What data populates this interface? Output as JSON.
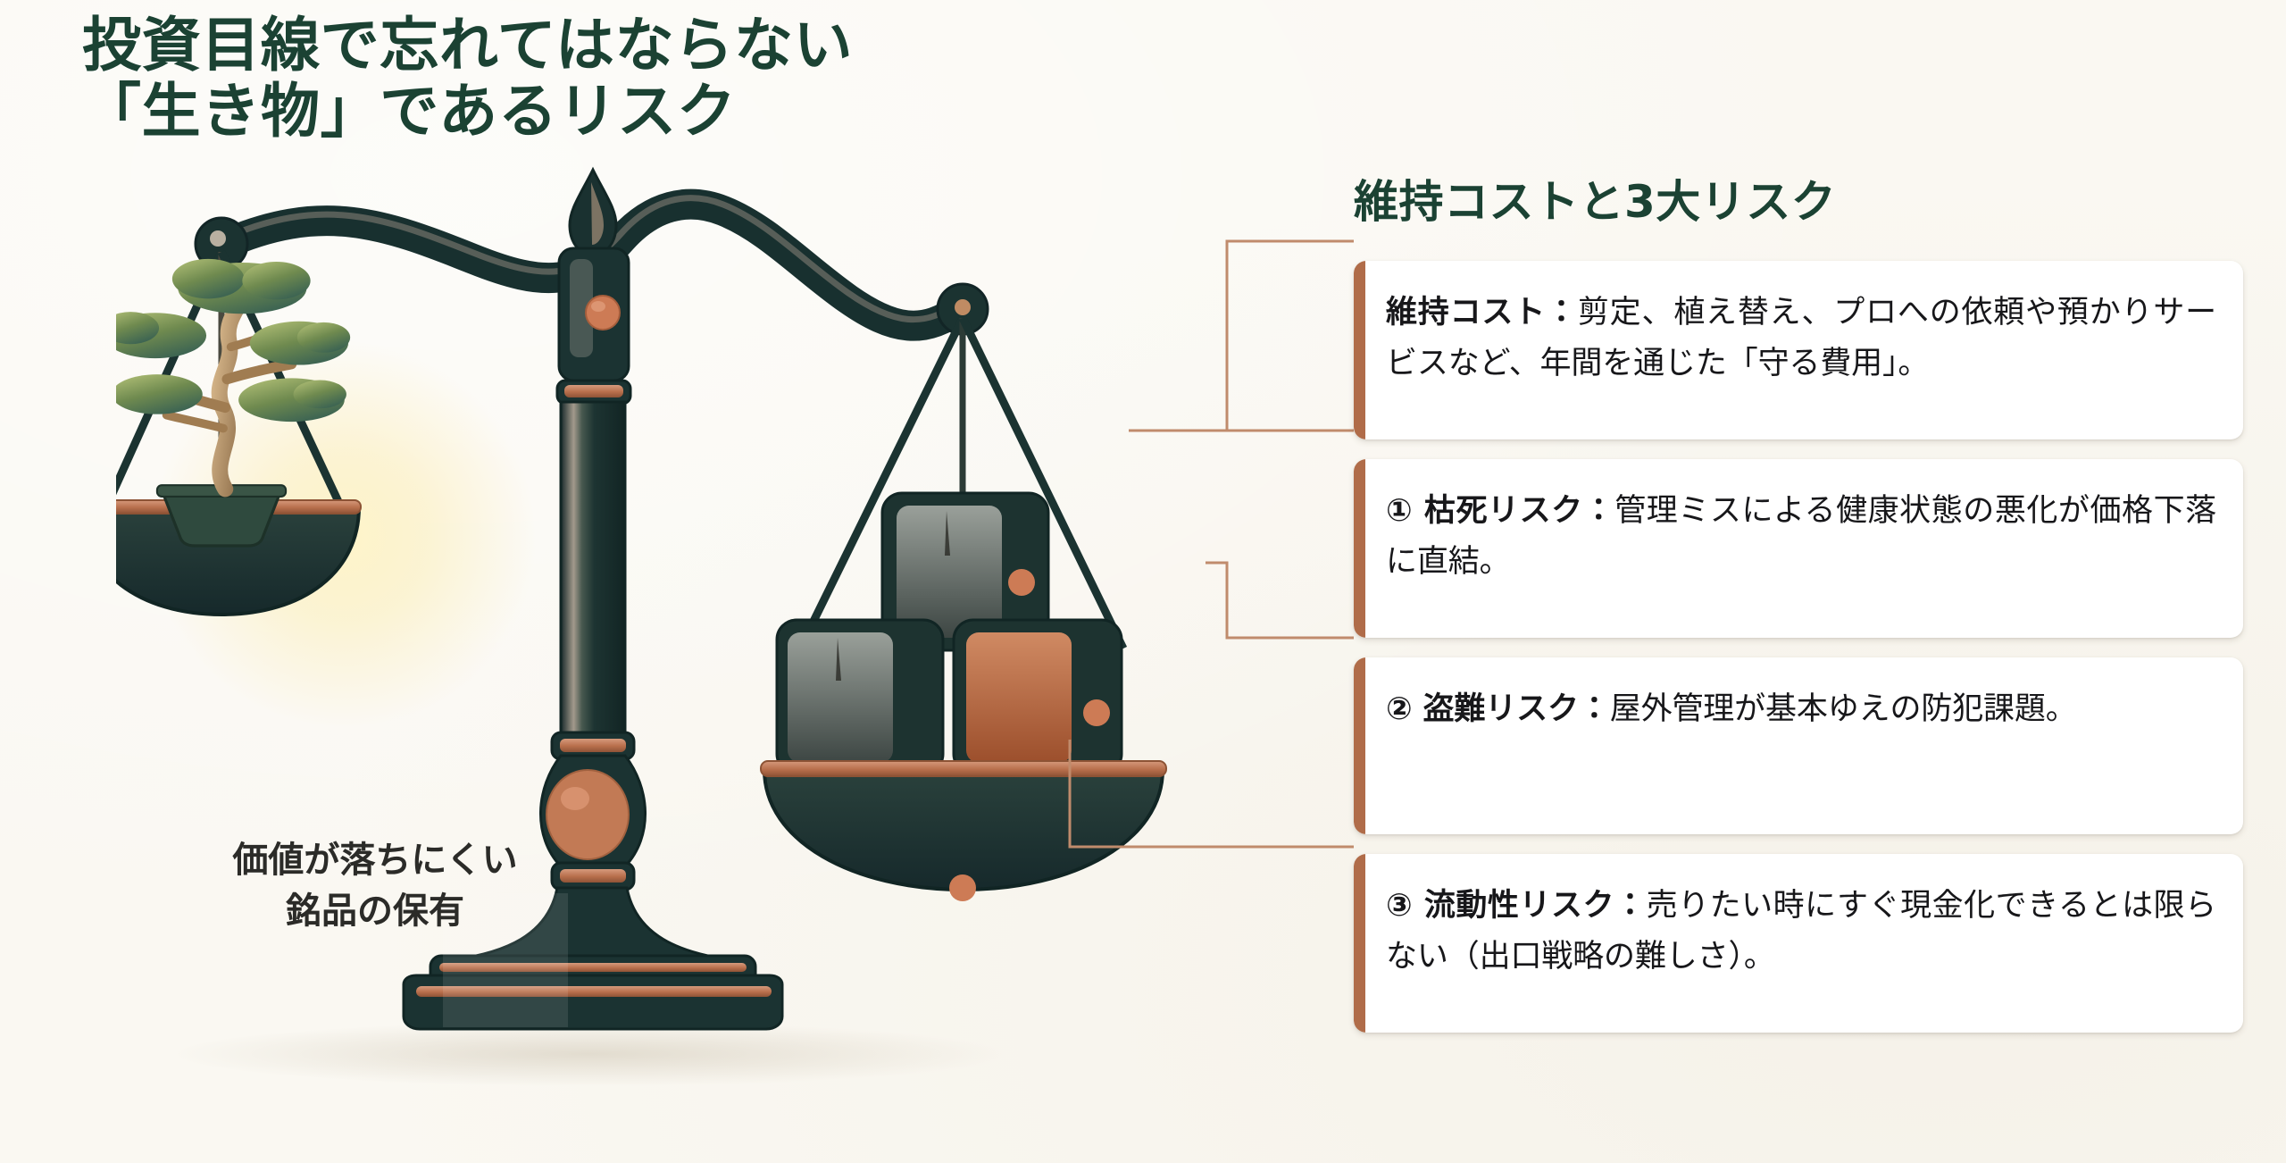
{
  "page": {
    "background_color": "#faf8f2",
    "accent_green": "#1b4233",
    "accent_copper": "#b06c49",
    "ink": "#17171a",
    "scale_dark": "#1e3330"
  },
  "title": {
    "line1": "投資目線で忘れてはならない",
    "line2": "「生き物」であるリスク"
  },
  "illustration": {
    "name": "balance-scale-bonsai-vs-risk-boxes",
    "left_pan_caption_line1": "価値が落ちにくい",
    "left_pan_caption_line2": "銘品の保有",
    "left_pan_item": "bonsai-tree-icon",
    "right_pan_items": [
      "risk-box-gray-top",
      "risk-box-gray-left",
      "risk-box-copper-right"
    ]
  },
  "panel": {
    "heading": "維持コストと3大リスク",
    "cards": [
      {
        "id": "maintenance-cost",
        "lead": "維持コスト",
        "separator": "：",
        "body": "剪定、植え替え、プロへの依頼や預かりサービスなど、年間を通じた「守る費用」。",
        "full": "維持コスト：剪定、植え替え、プロへの依頼や預かりサービスなど、年間を通じた「守る費用」。"
      },
      {
        "id": "withering-risk",
        "lead": "① 枯死リスク",
        "separator": "：",
        "body": "管理ミスによる健康状態の悪化が価格下落に直結。",
        "full": "① 枯死リスク：管理ミスによる健康状態の悪化が価格下落に直結。"
      },
      {
        "id": "theft-risk",
        "lead": "② 盗難リスク",
        "separator": "：",
        "body": "屋外管理が基本ゆえの防犯課題。",
        "full": "② 盗難リスク：屋外管理が基本ゆえの防犯課題。"
      },
      {
        "id": "liquidity-risk",
        "lead": "③ 流動性リスク",
        "separator": "：",
        "body": "売りたい時にすぐ現金化できるとは限らない（出口戦略の難しさ）。",
        "full": "③ 流動性リスク：売りたい時にすぐ現金化できるとは限らない（出口戦略の難しさ）。"
      }
    ]
  }
}
